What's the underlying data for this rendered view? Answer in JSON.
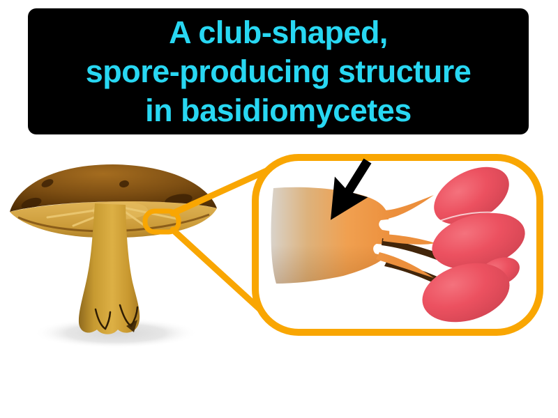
{
  "definition_card": {
    "lines": [
      "A club-shaped,",
      "spore-producing structure",
      "in basidiomycetes"
    ],
    "text_color": "#28d7f2",
    "background_color": "#000000"
  },
  "illustration": {
    "spore_count": 4,
    "colors": {
      "accent_orange": "#f9a602",
      "spore_red": "#ec5160",
      "basidium_orange": "#f0a050",
      "basidium_pale": "#d9d3cb",
      "cap_brown": "#6e4210",
      "gills_gold": "#d8ac4a",
      "stem_gold": "#dcaf45",
      "shadow_brown": "#42250a",
      "arrow_black": "#000000",
      "panel_background": "#ffffff"
    }
  }
}
